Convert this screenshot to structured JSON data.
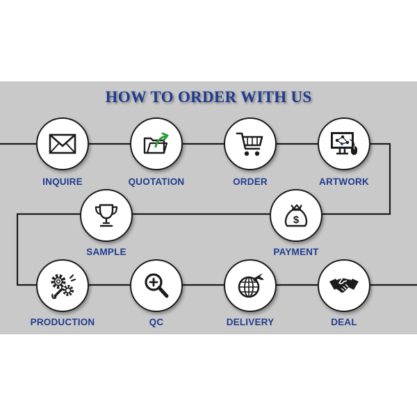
{
  "title": "HOW TO ORDER WITH US",
  "colors": {
    "accent": "#1f3b8f",
    "panel": "#c9c9c9",
    "line": "#1b1b1b",
    "arrow": "#2e9b3a"
  },
  "steps": [
    {
      "label": "INQUIRE",
      "icon": "envelope-icon"
    },
    {
      "label": "QUOTATION",
      "icon": "folder-arrow-icon"
    },
    {
      "label": "ORDER",
      "icon": "shopping-cart-icon"
    },
    {
      "label": "ARTWORK",
      "icon": "computer-design-icon"
    },
    {
      "label": "PAYMENT",
      "icon": "money-bag-icon"
    },
    {
      "label": "SAMPLE",
      "icon": "trophy-icon"
    },
    {
      "label": "PRODUCTION",
      "icon": "gears-wrench-icon"
    },
    {
      "label": "QC",
      "icon": "magnifier-icon"
    },
    {
      "label": "DELIVERY",
      "icon": "globe-plane-icon"
    },
    {
      "label": "DEAL",
      "icon": "handshake-icon"
    }
  ]
}
